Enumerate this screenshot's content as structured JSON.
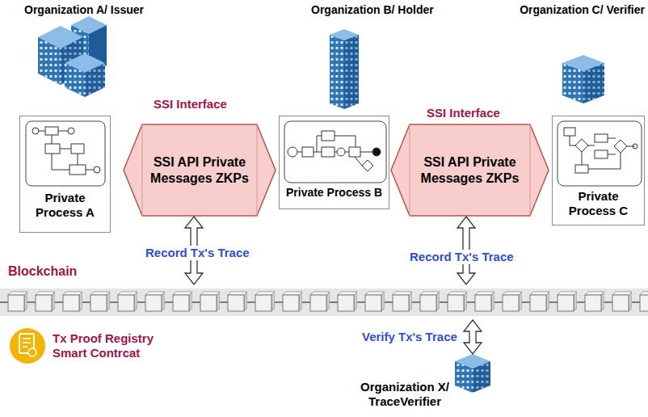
{
  "diagram": {
    "nodes": [
      {
        "text": [
          "Private Process A"
        ]
      },
      {
        "text": [
          "SSI API Private Messages ZKPs"
        ]
      },
      {
        "text": [
          "Private Process B"
        ]
      },
      {
        "text": [
          "SSI API Private Messages ZKPs"
        ]
      },
      {
        "text": [
          "Private Process C"
        ]
      },
      {
        "text": [
          "Blockchain"
        ]
      },
      {
        "text": [
          "Organization X/ TraceVerifier"
        ]
      }
    ],
    "edges": [
      {
        "from": 1,
        "to": 5,
        "label": "Record Tx's Trace",
        "arrow": "both"
      },
      {
        "from": 3,
        "to": 5,
        "label": "Record Tx's Trace",
        "arrow": "both"
      },
      {
        "from": 5,
        "to": 6,
        "label": "Verify Tx's Trace",
        "arrow": "both"
      }
    ],
    "labels": [
      "Organization A/ Issuer",
      "Organization B/ Holder",
      "Organization C/ Verifier",
      "SSI Interface",
      "SSI Interface",
      "Tx Proof Registry Smart Contrcat"
    ]
  }
}
